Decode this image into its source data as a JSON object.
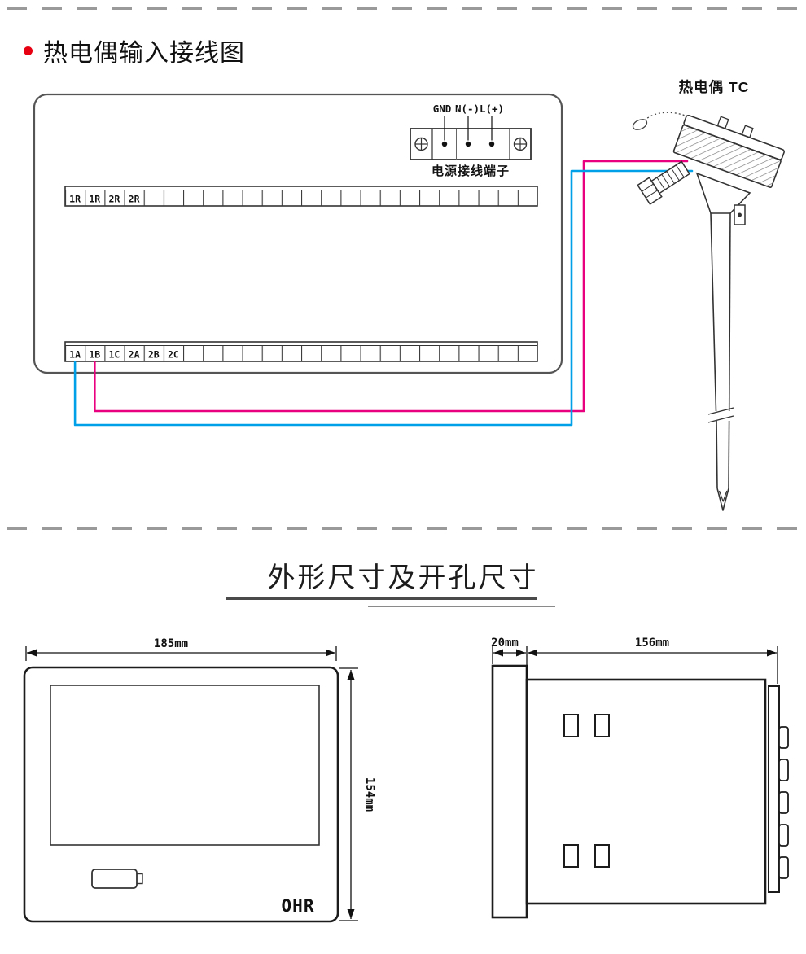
{
  "page": {
    "section1_title": "热电偶输入接线图",
    "section2_title": "外形尺寸及开孔尺寸",
    "accent_red": "#e60012"
  },
  "wiring": {
    "power_terminal": {
      "labels": [
        "GND",
        "N(-)",
        "L(+)"
      ],
      "caption": "电源接线端子"
    },
    "top_strip": {
      "labels": [
        "1R",
        "1R",
        "2R",
        "2R"
      ],
      "total_cells": 24
    },
    "bottom_strip": {
      "labels": [
        "1A",
        "1B",
        "1C",
        "2A",
        "2B",
        "2C"
      ],
      "total_cells": 24
    },
    "thermocouple": {
      "label": "热电偶 TC"
    },
    "wires": {
      "positive_color": "#e8007e",
      "negative_color": "#00a0e9"
    }
  },
  "dimensions": {
    "front_view": {
      "width": "185mm",
      "height": "154mm",
      "logo": "OHR"
    },
    "side_view": {
      "bezel_depth": "20mm",
      "body_depth": "156mm"
    }
  }
}
